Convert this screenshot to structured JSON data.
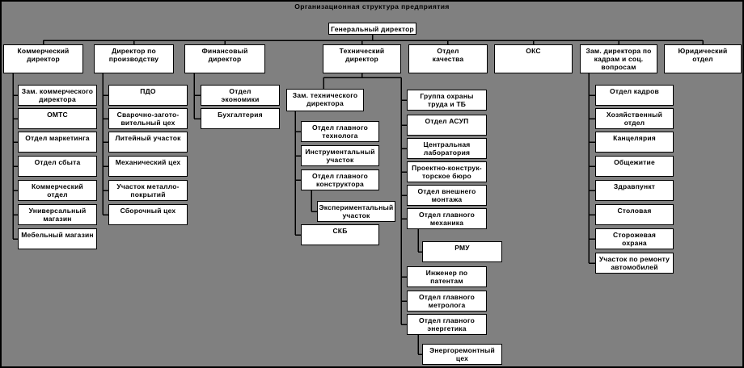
{
  "diagram": {
    "title": "Организационная структура предприятия",
    "root": "Генеральный директор",
    "branches": [
      {
        "label": "Коммерческий\nдиректор",
        "children": [
          "Зам. коммерческого\nдиректора",
          "ОМТС",
          "Отдел маркетинга",
          "Отдел сбыта",
          "Коммерческий\nотдел",
          "Универсальный\nмагазин",
          "Мебельный магазин"
        ]
      },
      {
        "label": "Директор по\nпроизводству",
        "children": [
          "ПДО",
          "Сварочно-загото-\nвительный цех",
          "Литейный участок",
          "Механический цех",
          "Участок металло-\nпокрытий",
          "Сборочный цех"
        ]
      },
      {
        "label": "Финансовый\nдиректор",
        "children": [
          "Отдел\nэкономики",
          "Бухгалтерия"
        ]
      },
      {
        "label": "Технический\nдиректор",
        "children": [
          {
            "label": "Зам. технического\nдиректора",
            "children": [
              "Отдел главного\nтехнолога",
              "Инструментальный\nучасток",
              {
                "label": "Отдел главного\nконструктора",
                "children": [
                  "Экспериментальный\nучасток"
                ]
              },
              "СКБ"
            ]
          },
          "Группа охраны\nтруда и ТБ",
          "Отдел АСУП",
          "Центральная\nлаборатория",
          "Проектно-конструк-\nторское бюро",
          "Отдел внешнего\nмонтажа",
          {
            "label": "Отдел главного\nмеханика",
            "children": [
              "РМУ"
            ]
          },
          "Инженер по\nпатентам",
          "Отдел главного\nметролога",
          {
            "label": "Отдел главного\nэнергетика",
            "children": [
              "Энергоремонтный\nцех"
            ]
          }
        ]
      },
      {
        "label": "Отдел\nкачества",
        "children": []
      },
      {
        "label": "ОКС",
        "children": []
      },
      {
        "label": "Зам. директора по\nкадрам и соц.\nвопросам",
        "children": [
          "Отдел кадров",
          "Хозяйственный\nотдел",
          "Канцелярия",
          "Общежитие",
          "Здравпункт",
          "Столовая",
          "Сторожевая\nохрана",
          "Участок по ремонту\nавтомобилей"
        ]
      },
      {
        "label": "Юридический\nотдел",
        "children": []
      }
    ],
    "colors": {
      "background": "#808080",
      "box_fill": "#ffffff",
      "box_border": "#000000",
      "connector": "#000000",
      "text": "#000000"
    }
  }
}
